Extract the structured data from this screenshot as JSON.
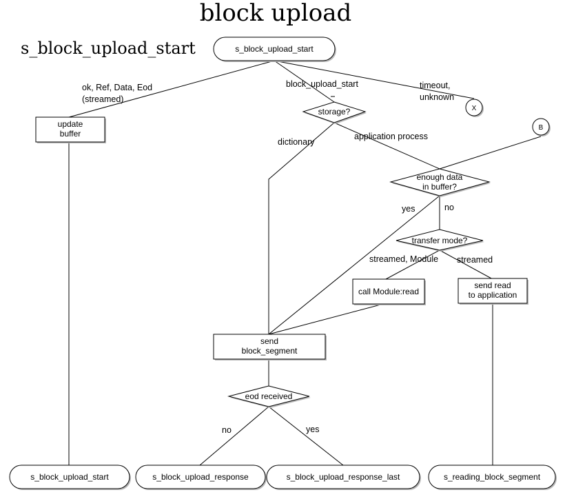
{
  "title": "block upload",
  "state_name": "s_block_upload_start",
  "nodes": {
    "start": "s_block_upload_start",
    "update_buffer_l1": "update",
    "update_buffer_l2": "buffer",
    "storage": "storage?",
    "enough_l1": "enough data",
    "enough_l2": "in buffer?",
    "transfer_mode": "transfer mode?",
    "call_module_read": "call Module:read",
    "send_read_l1": "send read",
    "send_read_l2": "to application",
    "send_segment_l1": "send",
    "send_segment_l2": "block_segment",
    "eod_received": "eod received",
    "x_connector": "X",
    "b_connector": "B",
    "end_start": "s_block_upload_start",
    "end_response": "s_block_upload_response",
    "end_response_last": "s_block_upload_response_last",
    "end_reading": "s_reading_block_segment"
  },
  "edge_labels": {
    "ok_l1": "ok, Ref, Data, Eod",
    "ok_l2": "(streamed)",
    "block_upload_start": "block_upload_start",
    "timeout_l1": "timeout,",
    "timeout_l2": "unknown",
    "dictionary": "dictionary",
    "application_process": "application process",
    "yes_enough": "yes",
    "no_enough": "no",
    "streamed_module": "streamed, Module",
    "streamed": "streamed",
    "no_eod": "no",
    "yes_eod": "yes"
  }
}
